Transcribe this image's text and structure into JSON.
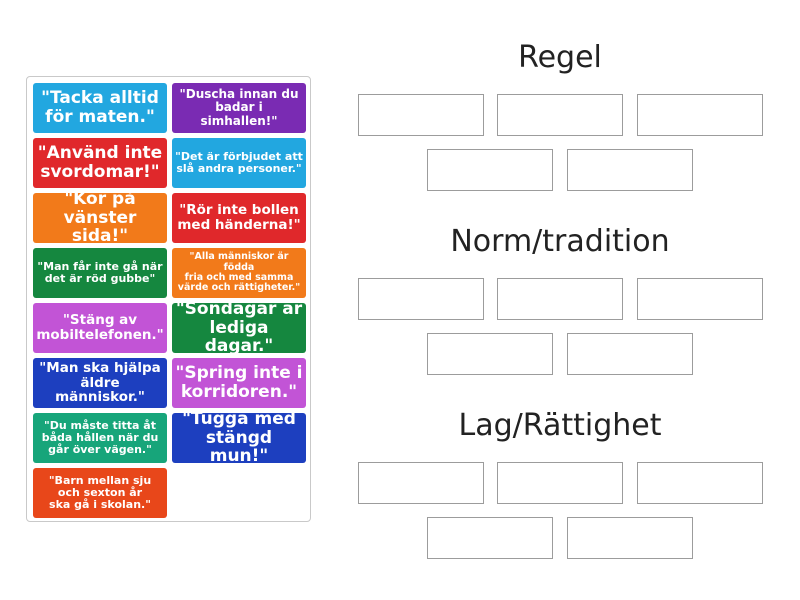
{
  "cards": [
    {
      "text": "\"Tacka alltid\nför maten.\"",
      "color": "#22a7e0"
    },
    {
      "text": "\"Duscha innan du\nbadar i simhallen!\"",
      "color": "#7a2bb3"
    },
    {
      "text": "\"Använd inte\nsvordomar!\"",
      "color": "#e0282b"
    },
    {
      "text": "\"Det är förbjudet att\nslå andra personer.\"",
      "color": "#22a7e0"
    },
    {
      "text": "\"Kör på\nvänster sida!\"",
      "color": "#f27a1a"
    },
    {
      "text": "\"Rör inte bollen\nmed händerna!\"",
      "color": "#e0282b"
    },
    {
      "text": "\"Man får inte gå när\ndet är röd gubbe\"",
      "color": "#15873f"
    },
    {
      "text": "\"Alla människor är födda\nfria och med samma\nvärde och rättigheter.\"",
      "color": "#f27a1a"
    },
    {
      "text": "\"Stäng av\nmobiltelefonen.\"",
      "color": "#c254d6"
    },
    {
      "text": "\"Söndagar är\nlediga dagar.\"",
      "color": "#15873f"
    },
    {
      "text": "\"Man ska hjälpa\näldre människor.\"",
      "color": "#1d3fbf"
    },
    {
      "text": "\"Spring inte i\nkorridoren.\"",
      "color": "#c254d6"
    },
    {
      "text": "\"Du måste titta åt\nbåda hållen när du\ngår över vägen.\"",
      "color": "#17a57a"
    },
    {
      "text": "\"Tugga med\nstängd mun!\"",
      "color": "#1d3fbf"
    },
    {
      "text": "\"Barn mellan sju\noch sexton år\nska gå i skolan.\"",
      "color": "#e8471a"
    }
  ],
  "groups": [
    {
      "title": "Regel"
    },
    {
      "title": "Norm/tradition"
    },
    {
      "title": "Lag/Rättighet"
    }
  ]
}
